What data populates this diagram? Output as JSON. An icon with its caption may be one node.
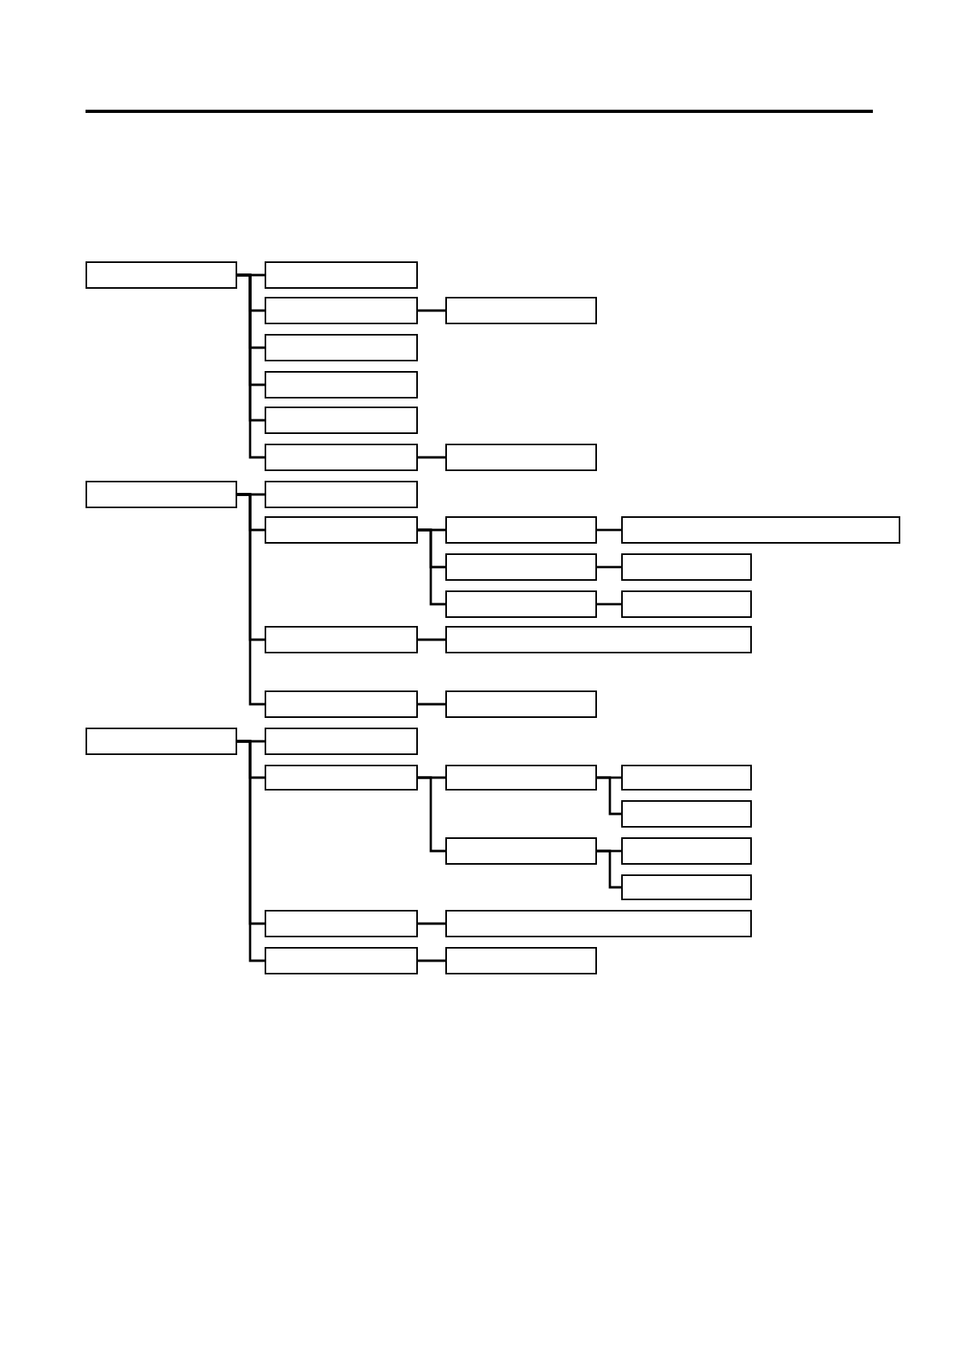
{
  "diagram": {
    "nodes": [
      {
        "text": [],
        "shape": "box"
      },
      {
        "text": [],
        "shape": "box"
      },
      {
        "text": [],
        "shape": "box"
      },
      {
        "text": [],
        "shape": "box"
      },
      {
        "text": [],
        "shape": "box"
      },
      {
        "text": [],
        "shape": "box"
      },
      {
        "text": [],
        "shape": "box"
      },
      {
        "text": [],
        "shape": "box"
      },
      {
        "text": [],
        "shape": "box"
      },
      {
        "text": [],
        "shape": "box"
      },
      {
        "text": [],
        "shape": "box"
      },
      {
        "text": [],
        "shape": "box"
      },
      {
        "text": [],
        "shape": "box"
      },
      {
        "text": [],
        "shape": "box"
      },
      {
        "text": [],
        "shape": "box"
      },
      {
        "text": [],
        "shape": "box"
      },
      {
        "text": [],
        "shape": "box"
      },
      {
        "text": [],
        "shape": "box"
      },
      {
        "text": [],
        "shape": "box"
      },
      {
        "text": [],
        "shape": "box"
      },
      {
        "text": [],
        "shape": "box"
      },
      {
        "text": [],
        "shape": "box"
      },
      {
        "text": [],
        "shape": "box"
      },
      {
        "text": [],
        "shape": "box"
      },
      {
        "text": [],
        "shape": "box"
      },
      {
        "text": [],
        "shape": "box"
      },
      {
        "text": [],
        "shape": "box"
      },
      {
        "text": [],
        "shape": "box"
      },
      {
        "text": [],
        "shape": "box"
      },
      {
        "text": [],
        "shape": "box"
      },
      {
        "text": [],
        "shape": "box"
      },
      {
        "text": [],
        "shape": "box"
      },
      {
        "text": [],
        "shape": "box"
      },
      {
        "text": [],
        "shape": "box"
      },
      {
        "text": [],
        "shape": "box"
      }
    ],
    "edges": [
      {
        "from": 0,
        "to": 1,
        "arrow": "none"
      },
      {
        "from": 0,
        "to": 2,
        "arrow": "none"
      },
      {
        "from": 0,
        "to": 4,
        "arrow": "none"
      },
      {
        "from": 0,
        "to": 5,
        "arrow": "none"
      },
      {
        "from": 0,
        "to": 6,
        "arrow": "none"
      },
      {
        "from": 0,
        "to": 7,
        "arrow": "none"
      },
      {
        "from": 2,
        "to": 3,
        "arrow": "none"
      },
      {
        "from": 7,
        "to": 8,
        "arrow": "none"
      },
      {
        "from": 9,
        "to": 10,
        "arrow": "none"
      },
      {
        "from": 9,
        "to": 11,
        "arrow": "none"
      },
      {
        "from": 9,
        "to": 18,
        "arrow": "none"
      },
      {
        "from": 9,
        "to": 20,
        "arrow": "none"
      },
      {
        "from": 11,
        "to": 12,
        "arrow": "none"
      },
      {
        "from": 11,
        "to": 14,
        "arrow": "none"
      },
      {
        "from": 11,
        "to": 16,
        "arrow": "none"
      },
      {
        "from": 12,
        "to": 13,
        "arrow": "none"
      },
      {
        "from": 14,
        "to": 15,
        "arrow": "none"
      },
      {
        "from": 16,
        "to": 17,
        "arrow": "none"
      },
      {
        "from": 18,
        "to": 19,
        "arrow": "none"
      },
      {
        "from": 20,
        "to": 21,
        "arrow": "none"
      },
      {
        "from": 22,
        "to": 23,
        "arrow": "none"
      },
      {
        "from": 22,
        "to": 24,
        "arrow": "none"
      },
      {
        "from": 22,
        "to": 31,
        "arrow": "none"
      },
      {
        "from": 22,
        "to": 33,
        "arrow": "none"
      },
      {
        "from": 24,
        "to": 25,
        "arrow": "none"
      },
      {
        "from": 24,
        "to": 28,
        "arrow": "none"
      },
      {
        "from": 25,
        "to": 26,
        "arrow": "none"
      },
      {
        "from": 25,
        "to": 27,
        "arrow": "none"
      },
      {
        "from": 28,
        "to": 29,
        "arrow": "none"
      },
      {
        "from": 28,
        "to": 30,
        "arrow": "none"
      },
      {
        "from": 31,
        "to": 32,
        "arrow": "none"
      },
      {
        "from": 33,
        "to": 34,
        "arrow": "none"
      }
    ]
  }
}
